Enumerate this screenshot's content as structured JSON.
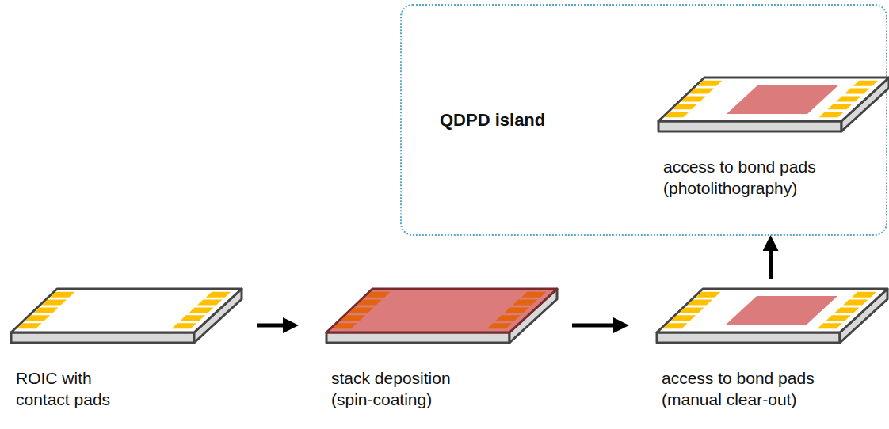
{
  "diagram": {
    "nodes": [
      {
        "text": [
          "QDPD island"
        ]
      },
      {
        "text": [
          "access to bond pads (photolithography)"
        ],
        "in": 0
      },
      {
        "text": [
          "ROIC with contact pads"
        ]
      },
      {
        "text": [
          "stack deposition (spin-coating)"
        ]
      },
      {
        "text": [
          "access to bond pads (manual clear-out)"
        ]
      }
    ],
    "edges": [
      {
        "from": 2,
        "to": 3,
        "arrow": "to"
      },
      {
        "from": 3,
        "to": 4,
        "arrow": "to"
      },
      {
        "from": 4,
        "to": 0,
        "arrow": "to"
      }
    ]
  }
}
